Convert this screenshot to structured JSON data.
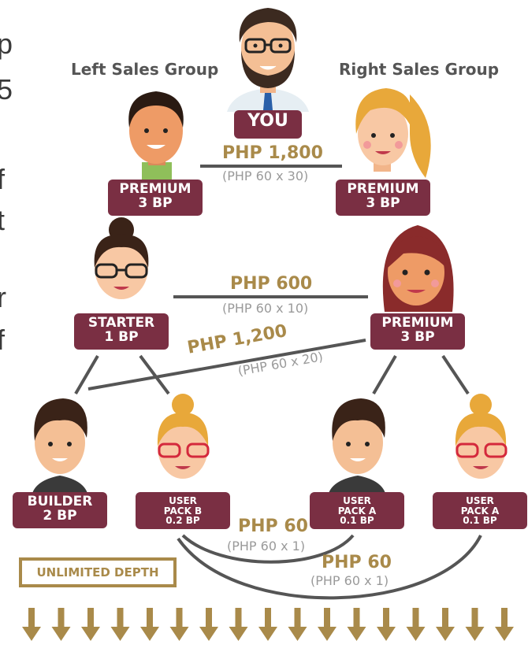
{
  "edge_text": [
    "p",
    "5",
    "f",
    "t",
    "r",
    "f"
  ],
  "groups": {
    "left": "Left Sales Group",
    "right": "Right Sales Group"
  },
  "you_label": "YOU",
  "level1": {
    "left": {
      "line1": "PREMIUM",
      "line2": "3 BP"
    },
    "right": {
      "line1": "PREMIUM",
      "line2": "3 BP"
    },
    "payout": {
      "amount": "PHP 1,800",
      "calc": "(PHP 60 x 30)"
    }
  },
  "level2": {
    "left": {
      "line1": "STARTER",
      "line2": "1 BP"
    },
    "right": {
      "line1": "PREMIUM",
      "line2": "3 BP"
    },
    "payout_straight": {
      "amount": "PHP 600",
      "calc": "(PHP 60 x 10)"
    },
    "payout_diagonal": {
      "amount": "PHP 1,200",
      "calc": "(PHP 60 x 20)"
    }
  },
  "level3": [
    {
      "line1": "BUILDER",
      "line2": "2 BP"
    },
    {
      "line1": "USER",
      "line2": "PACK B",
      "line3": "0.2 BP"
    },
    {
      "line1": "USER",
      "line2": "PACK A",
      "line3": "0.1 BP"
    },
    {
      "line1": "USER",
      "line2": "PACK A",
      "line3": "0.1 BP"
    }
  ],
  "level3_payouts": [
    {
      "amount": "PHP 60",
      "calc": "(PHP 60 x 1)"
    },
    {
      "amount": "PHP 60",
      "calc": "(PHP 60 x 1)"
    }
  ],
  "depth_label": "UNLIMITED DEPTH",
  "colors": {
    "label": "#7a2f43",
    "gold": "#a98a4a",
    "line": "#555555",
    "skin": "#f7c29a"
  }
}
